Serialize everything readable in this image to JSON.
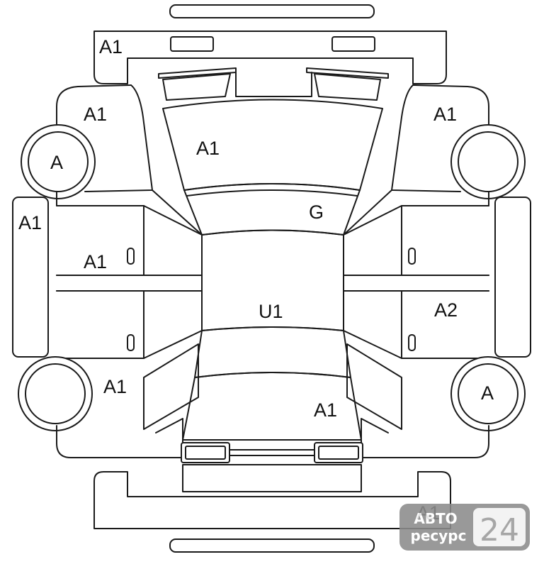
{
  "diagram": {
    "labels": {
      "front_bumper": "A1",
      "front_left_fender": "A1",
      "front_right_fender": "A1",
      "hood": "A1",
      "front_left_wheel": "A",
      "left_rocker": "A1",
      "left_front_door": "A1",
      "windshield": "G",
      "roof": "U1",
      "right_rear_door": "A2",
      "rear_left_quarter": "A1",
      "trunk": "A1",
      "rear_right_wheel": "A",
      "rear_bumper": "A1"
    }
  },
  "watermark": {
    "line1": "АВТО",
    "line2": "ресурс",
    "digits": "24",
    "colors": {
      "badge": "#8c8c8c",
      "panel": "#f2f2f2"
    }
  }
}
